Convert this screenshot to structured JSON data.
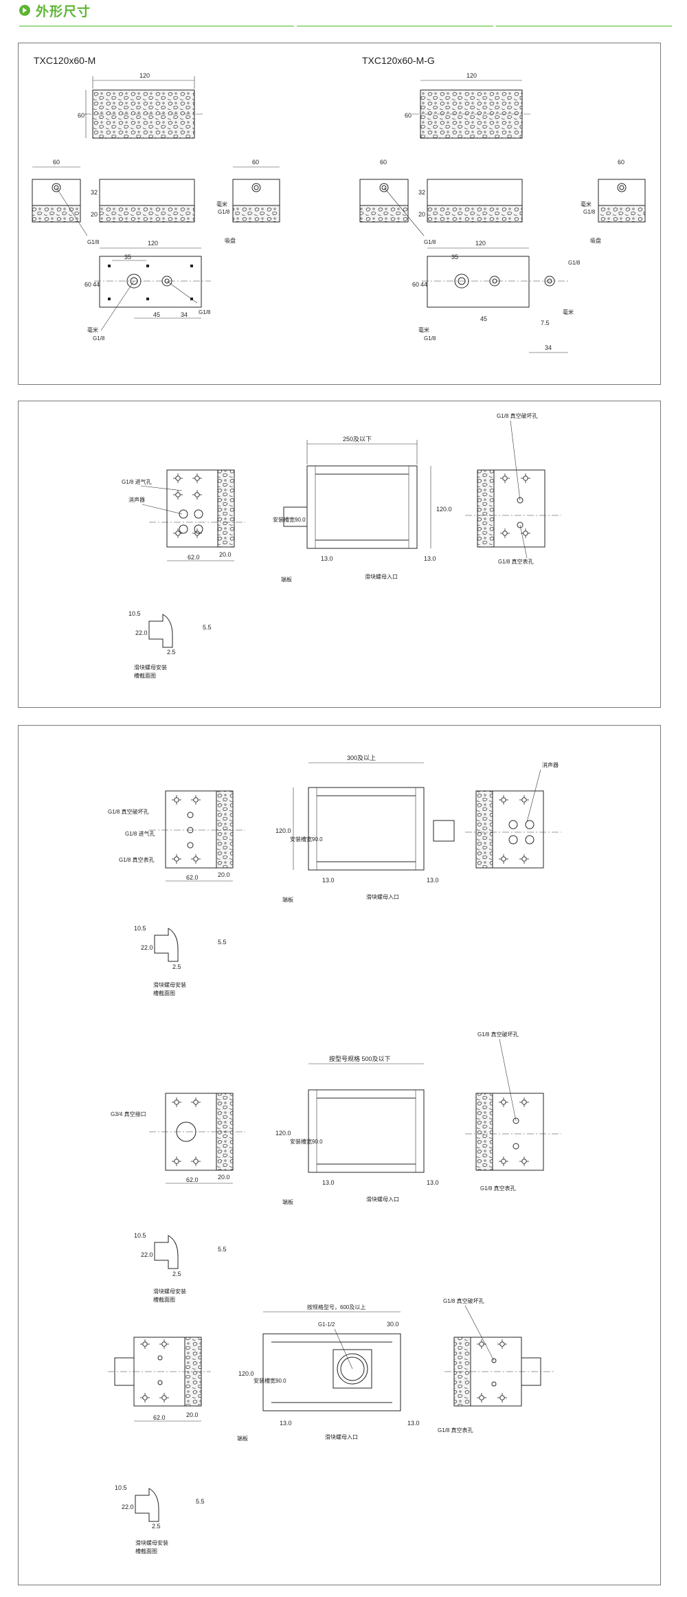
{
  "header": {
    "title": "外形尺寸"
  },
  "panel1": {
    "left_model": "TXC120x60-M",
    "right_model": "TXC120x60-M-G",
    "dims": {
      "d120": "120",
      "d60": "60",
      "d32": "32",
      "d20": "20",
      "d35": "35",
      "d44": "44",
      "d45": "45",
      "d34": "34",
      "d75": "7.5"
    },
    "labels": {
      "g18": "G1/8",
      "mark": "毫米",
      "dock": "吸盘"
    }
  },
  "panel2": {
    "length": "250及以下",
    "d120": "120.0",
    "mount": "安装槽宽90.0",
    "d13a": "13.0",
    "d13b": "13.0",
    "d62": "62.0",
    "d20": "20.0",
    "g18_vent": "G1/8 进气孔",
    "silencer": "消声器",
    "g18_break": "G1/8 真空破坏孔",
    "g18_gauge": "G1/8 真空表孔",
    "endplate": "端板",
    "slot_entry": "滑块螺母入口",
    "s105": "10.5",
    "s22": "22.0",
    "s55": "5.5",
    "s25": "2.5",
    "caption1": "滑块螺母安装",
    "caption2": "槽截面图"
  },
  "panel3a": {
    "length": "300及以上",
    "d120": "120.0",
    "mount": "安装槽宽90.0",
    "d13a": "13.0",
    "d13b": "13.0",
    "d62": "62.0",
    "d20": "20.0",
    "g18_break": "G1/8 真空破坏孔",
    "g18_vent": "G1/8 进气孔",
    "g18_gauge": "G1/8 真空表孔",
    "silencer": "消声器",
    "endplate": "端板",
    "slot_entry": "滑块螺母入口",
    "s105": "10.5",
    "s22": "22.0",
    "s55": "5.5",
    "s25": "2.5",
    "caption1": "滑块螺母安装",
    "caption2": "槽截面图"
  },
  "panel3b": {
    "length": "按型号规格 500及以下",
    "d120": "120.0",
    "mount": "安装槽宽90.0",
    "d13a": "13.0",
    "d13b": "13.0",
    "d62": "62.0",
    "d20": "20.0",
    "g34": "G3/4 真空接口",
    "g18_break": "G1/8 真空破坏孔",
    "g18_gauge": "G1/8 真空表孔",
    "endplate": "端板",
    "slot_entry": "滑块螺母入口",
    "s105": "10.5",
    "s22": "22.0",
    "s55": "5.5",
    "s25": "2.5",
    "caption1": "滑块螺母安装",
    "caption2": "槽截面图"
  },
  "panel3c": {
    "length": "按规格型号，600及以上",
    "d120": "120.0",
    "mount": "安装槽宽90.0",
    "d30": "30.0",
    "g112": "G1-1/2",
    "d13a": "13.0",
    "d13b": "13.0",
    "d62": "62.0",
    "d20": "20.0",
    "g18_break": "G1/8 真空破坏孔",
    "g18_gauge": "G1/8 真空表孔",
    "endplate": "端板",
    "slot_entry": "滑块螺母入口",
    "s105": "10.5",
    "s22": "22.0",
    "s55": "5.5",
    "s25": "2.5",
    "caption1": "滑块螺母安装",
    "caption2": "槽截面图"
  }
}
